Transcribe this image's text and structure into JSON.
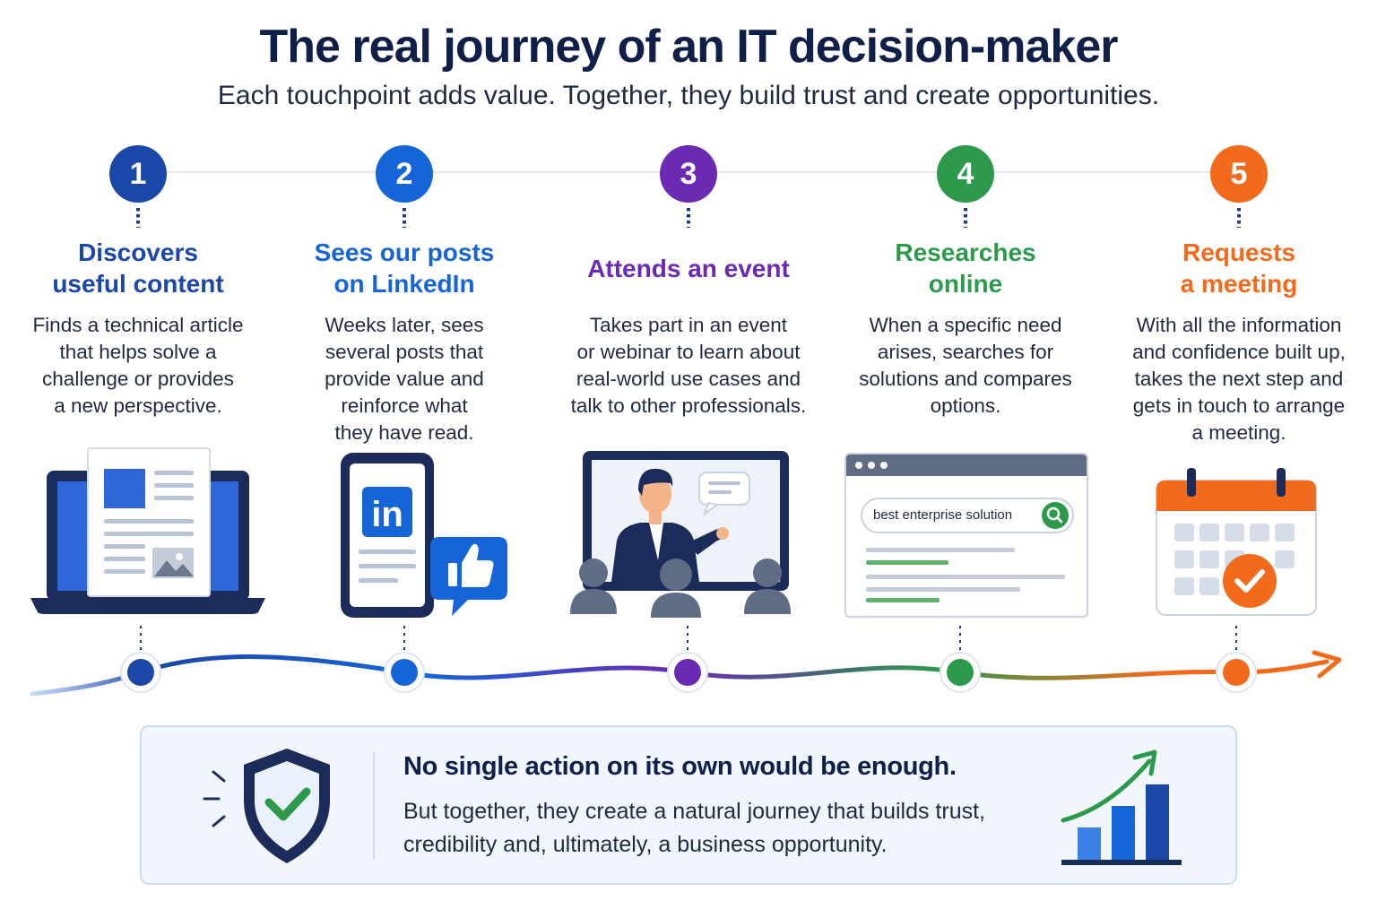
{
  "header": {
    "title": "The real journey of an IT decision-maker",
    "subtitle": "Each touchpoint adds value. Together, they build trust and create opportunities."
  },
  "steps": [
    {
      "number": "1",
      "title": "Discovers\nuseful content",
      "description": "Finds a technical article\nthat helps solve a\nchallenge or provides\na new perspective.",
      "color": "#1b47a8",
      "icon": "laptop-article-icon"
    },
    {
      "number": "2",
      "title": "Sees our posts\non LinkedIn",
      "description": "Weeks later, sees\nseveral posts that\nprovide value and\nreinforce what\nthey have read.",
      "color": "#1565d8",
      "icon": "phone-linkedin-icon"
    },
    {
      "number": "3",
      "title": "Attends an event",
      "description": "Takes part in an event\nor webinar to learn about\nreal-world use cases and\ntalk to other professionals.",
      "color": "#6a2ab2",
      "icon": "webinar-presenter-icon"
    },
    {
      "number": "4",
      "title": "Researches\nonline",
      "description": "When a specific need\narises, searches for\nsolutions and compares\noptions.",
      "color": "#2c9a4a",
      "icon": "browser-search-icon"
    },
    {
      "number": "5",
      "title": "Requests\na meeting",
      "description": "With all the information\nand confidence built up,\ntakes the next step and\ngets in touch to arrange\na meeting.",
      "color": "#f26a1b",
      "icon": "calendar-check-icon"
    }
  ],
  "search": {
    "query": "best enterprise solution"
  },
  "linkedin": {
    "logo_text": "in"
  },
  "summary": {
    "title": "No single action on its own would be enough.",
    "text": "But together, they create a natural journey that builds trust, credibility and, ultimately, a business opportunity."
  }
}
